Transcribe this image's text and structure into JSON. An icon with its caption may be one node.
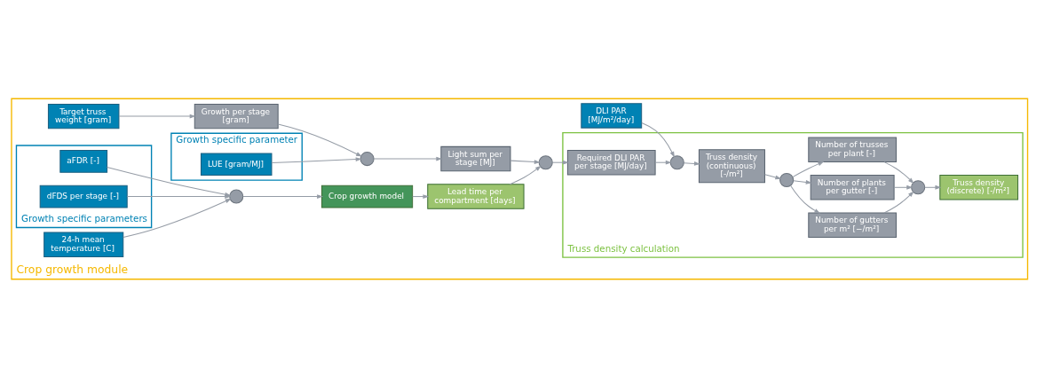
{
  "diagram": {
    "nodes": [
      {
        "text": [
          "Crop growth module"
        ]
      },
      {
        "text": [
          "Growth specific parameter"
        ],
        "in": 0
      },
      {
        "text": [
          "LUE [gram/MJ]"
        ],
        "in": 1
      },
      {
        "text": [
          "Target truss weight [gram]"
        ],
        "in": 0
      },
      {
        "text": [
          "Growth per stage [gram]"
        ],
        "in": 0
      },
      {
        "text": [],
        "shape": "circle",
        "in": 0
      },
      {
        "text": [
          "Light sum per stage [MJ]"
        ],
        "in": 0
      },
      {
        "text": [
          "DLI PAR [MJ/m²/day]"
        ],
        "in": 0
      },
      {
        "text": [
          "24-h mean temperature [C]"
        ],
        "in": 0
      },
      {
        "text": [],
        "shape": "circle",
        "in": 0
      },
      {
        "text": [
          "Crop growth model"
        ],
        "in": 0
      },
      {
        "text": [
          "Lead time per compartment [days]"
        ],
        "in": 0
      },
      {
        "text": [],
        "shape": "circle",
        "in": 0
      },
      {
        "text": [
          "Growth specific parameters"
        ],
        "in": 0
      },
      {
        "text": [
          "aFDR [-]"
        ],
        "in": 13
      },
      {
        "text": [
          "dFDS per stage [-]"
        ],
        "in": 13
      },
      {
        "text": [
          "Truss density calculation"
        ],
        "in": 0
      },
      {
        "text": [
          "Required DLI PAR per stage [MJ/day]"
        ],
        "in": 16
      },
      {
        "text": [],
        "shape": "circle",
        "in": 16
      },
      {
        "text": [
          "Truss density (continuous) [-/m²]"
        ],
        "in": 16
      },
      {
        "text": [
          "Number of gutters per m² [−/m²]"
        ],
        "in": 16
      },
      {
        "text": [
          "Number of plants per gutter [-]"
        ],
        "in": 16
      },
      {
        "text": [
          "Number of trusses per plant [-]"
        ],
        "in": 16
      },
      {
        "text": [],
        "shape": "circle",
        "in": 16
      },
      {
        "text": [],
        "shape": "circle",
        "in": 16
      },
      {
        "text": [
          "Truss density (discrete) [-/m²]"
        ],
        "in": 16
      }
    ],
    "edges": [
      {
        "from": 3,
        "to": 4,
        "arrow": "to"
      },
      {
        "from": 4,
        "to": 5,
        "arrow": "to"
      },
      {
        "from": 2,
        "to": 5,
        "arrow": "to"
      },
      {
        "from": 5,
        "to": 6,
        "arrow": "to"
      },
      {
        "from": 8,
        "to": 9,
        "arrow": "to"
      },
      {
        "from": 14,
        "to": 9,
        "arrow": "to"
      },
      {
        "from": 15,
        "to": 9,
        "arrow": "to"
      },
      {
        "from": 9,
        "to": 10,
        "arrow": "to"
      },
      {
        "from": 10,
        "to": 11,
        "arrow": "to"
      },
      {
        "from": 6,
        "to": 12,
        "arrow": "to"
      },
      {
        "from": 11,
        "to": 12,
        "arrow": "to"
      },
      {
        "from": 12,
        "to": 17,
        "arrow": "to"
      },
      {
        "from": 17,
        "to": 18,
        "arrow": "to"
      },
      {
        "from": 7,
        "to": 18,
        "arrow": "to"
      },
      {
        "from": 18,
        "to": 19,
        "arrow": "to"
      },
      {
        "from": 19,
        "to": 23,
        "arrow": "to"
      },
      {
        "from": 23,
        "to": 20,
        "arrow": "to"
      },
      {
        "from": 23,
        "to": 21,
        "arrow": "to"
      },
      {
        "from": 23,
        "to": 22,
        "arrow": "to"
      },
      {
        "from": 20,
        "to": 24,
        "arrow": "to"
      },
      {
        "from": 21,
        "to": 24,
        "arrow": "to"
      },
      {
        "from": 22,
        "to": 24,
        "arrow": "to"
      },
      {
        "from": 24,
        "to": 25,
        "arrow": "to"
      }
    ]
  }
}
